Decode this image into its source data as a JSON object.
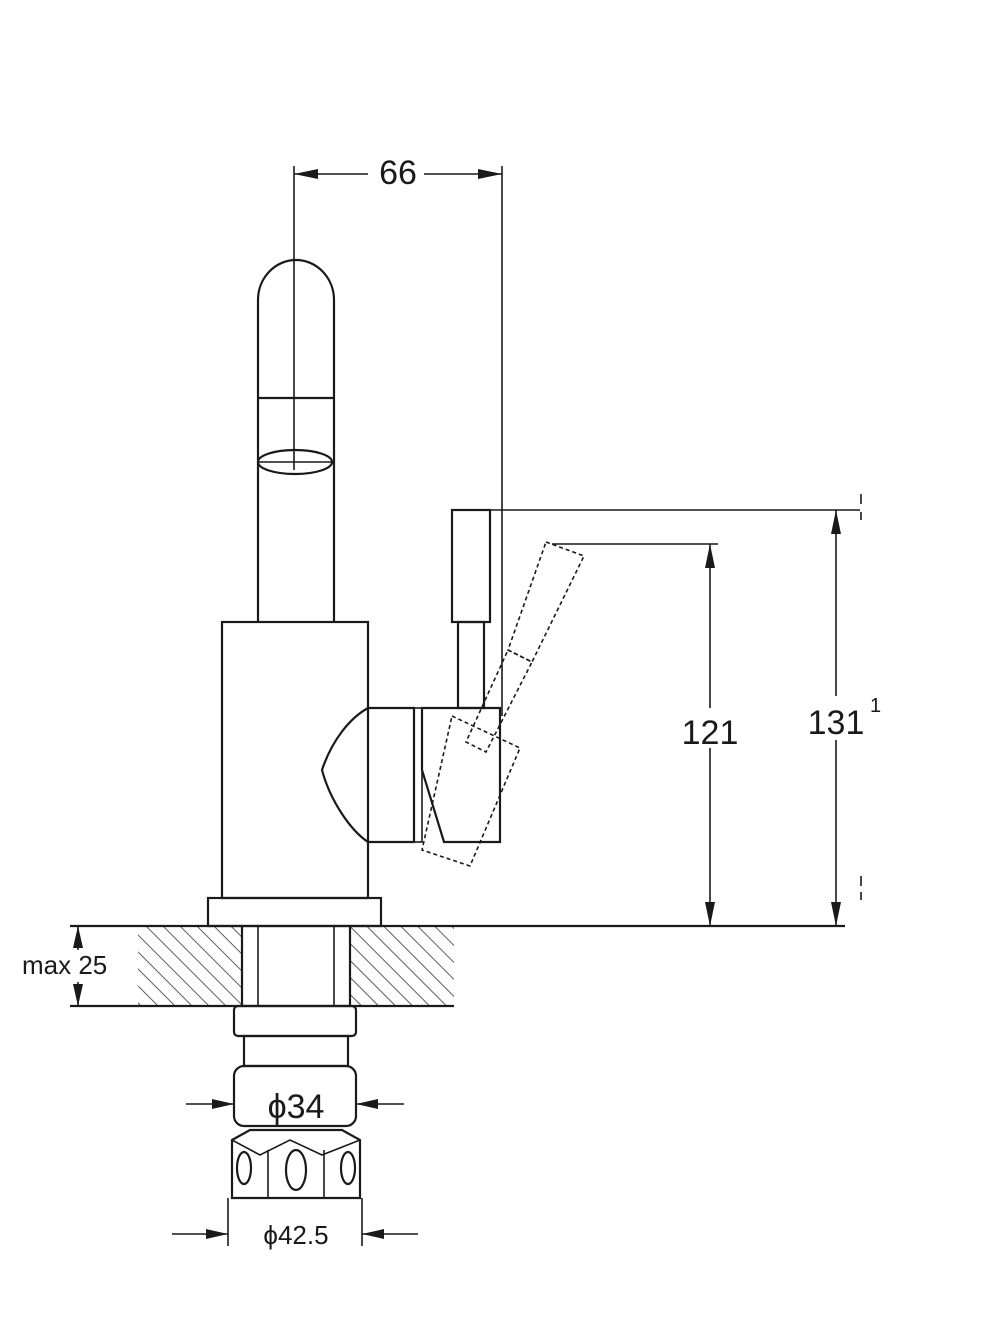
{
  "dimensions": {
    "spout_reach": "66",
    "handle_height": "121",
    "total_height": "131",
    "total_height_sup": "1",
    "max_thickness": "max 25",
    "shank_diameter": "ϕ34",
    "nut_diameter": "ϕ42.5"
  },
  "colors": {
    "line": "#1a1a1a",
    "background": "#ffffff"
  }
}
